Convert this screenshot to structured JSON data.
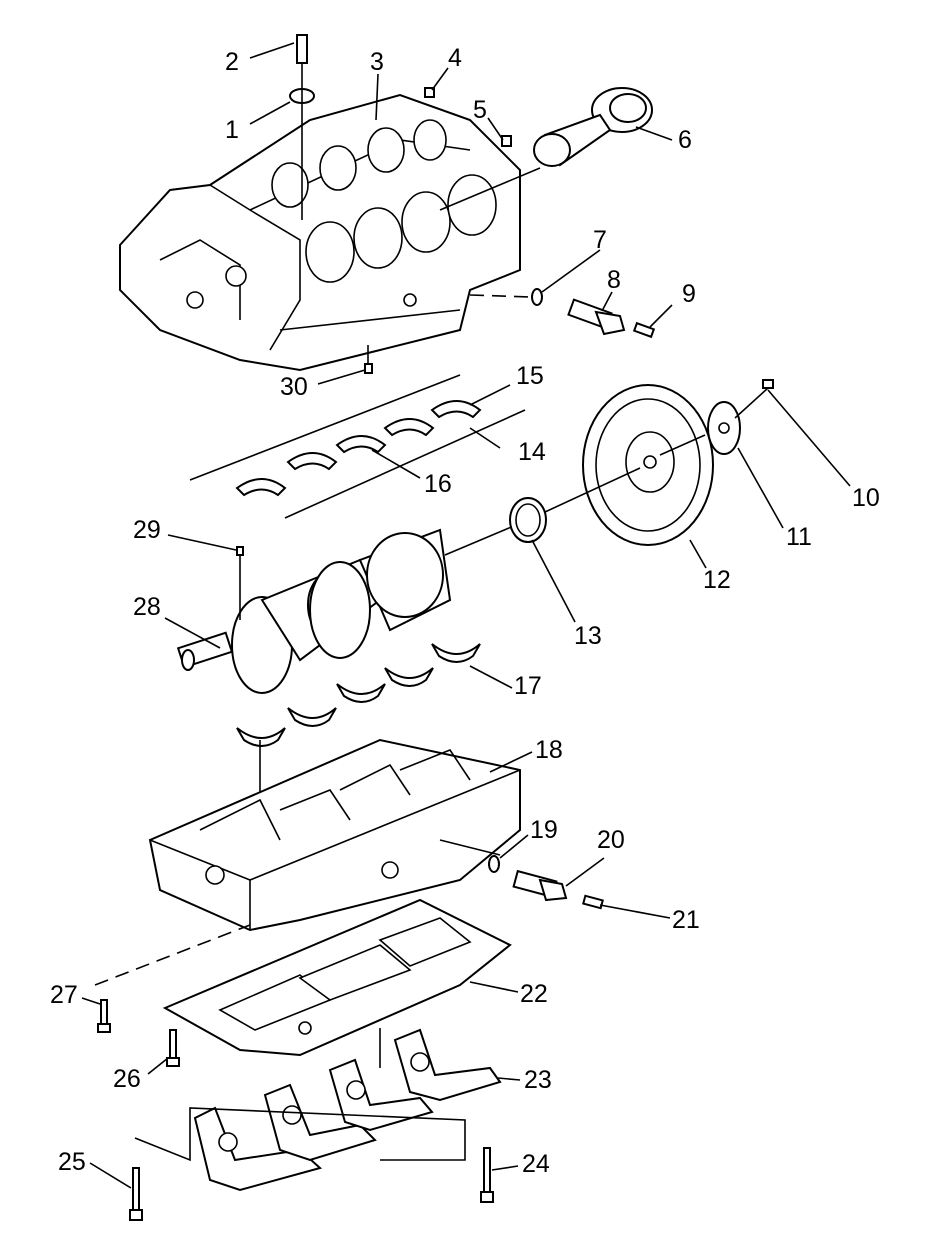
{
  "diagram": {
    "callouts": [
      "1",
      "2",
      "3",
      "4",
      "5",
      "6",
      "7",
      "8",
      "9",
      "10",
      "11",
      "12",
      "13",
      "14",
      "15",
      "16",
      "17",
      "18",
      "19",
      "20",
      "21",
      "22",
      "23",
      "24",
      "25",
      "26",
      "27",
      "28",
      "29",
      "30"
    ]
  }
}
